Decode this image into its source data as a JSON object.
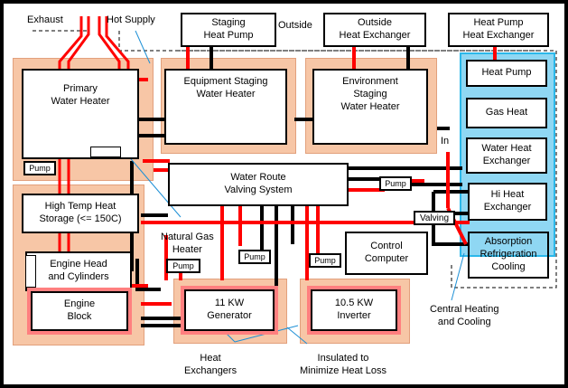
{
  "labels": {
    "exhaust": "Exhaust",
    "hot_supply": "Hot Supply",
    "outside": "Outside",
    "in": "In",
    "natural_gas_heater": "Natural Gas\nHeater",
    "central_heating": "Central Heating\nand Cooling",
    "heat_exchangers": "Heat\nExchangers",
    "insulated": "Insulated to\nMinimize Heat Loss"
  },
  "boxes": {
    "staging_heat_pump": "Staging\nHeat Pump",
    "outside_heat_exchanger": "Outside\nHeat Exchanger",
    "heat_pump_heat_exchanger": "Heat Pump\nHeat Exchanger",
    "primary_water_heater": "Primary\nWater Heater",
    "equipment_staging": "Equipment Staging\nWater Heater",
    "environment_staging": "Environment\nStaging\nWater Heater",
    "heat_pump": "Heat Pump",
    "gas_heat": "Gas Heat",
    "water_heat_exchanger": "Water Heat\nExchanger",
    "hi_heat_exchanger": "Hi Heat\nExchanger",
    "absorption_cooling": "Absorption\nRefrigeration\nCooling",
    "water_route": "Water Route\nValving System",
    "high_temp_storage": "High Temp Heat\nStorage (<= 150C)",
    "engine_head": "Engine Head\nand Cylinders",
    "engine_block": "Engine\nBlock",
    "generator": "11 KW\nGenerator",
    "inverter": "10.5 KW\nInverter",
    "control_computer": "Control\nComputer",
    "valving": "Valving"
  },
  "pumps": {
    "pump_label": "Pump"
  },
  "colors": {
    "pipe_hot": "#ff0000",
    "pipe_cold": "#000000",
    "insulation": "#f7c6a6",
    "central_zone": "#8fd7f3"
  }
}
